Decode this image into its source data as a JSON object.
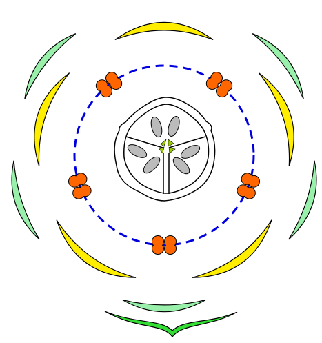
{
  "diagram": {
    "type": "floral-diagram",
    "whorls": {
      "bract": {
        "count": 1
      },
      "sepals": {
        "count": 5
      },
      "petals": {
        "count": 5
      },
      "stamens": {
        "count": 5,
        "arrangement": "on dashed ring"
      },
      "gynoecium": {
        "locules": 3,
        "ovules_per_locule": 2
      }
    },
    "colors": {
      "bract": "#33dd33",
      "sepal": "#99f0aa",
      "petal": "#ffee00",
      "stamen": "#ff6600",
      "ring": "#0000dd",
      "ovary_fill": "#ffffff",
      "ovule": "#bbbbbb",
      "placenta": "#99cc00",
      "outline": "#000000"
    }
  }
}
